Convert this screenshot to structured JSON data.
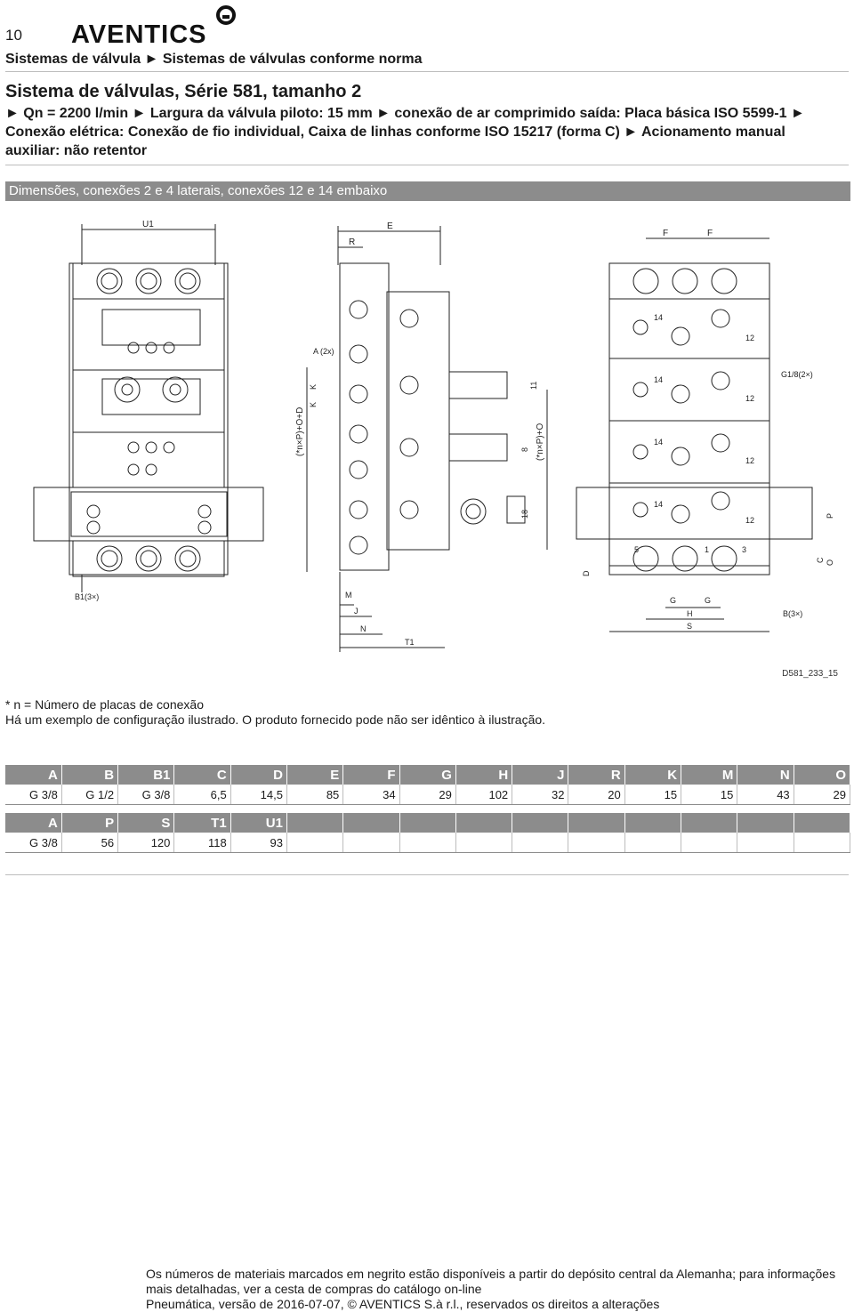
{
  "page_number": "10",
  "brand": "AVENTICS",
  "breadcrumb": "Sistemas de válvula ► Sistemas de válvulas conforme norma",
  "title": "Sistema de válvulas, Série 581, tamanho 2",
  "subtitle": "► Qn = 2200 l/min ► Largura da válvula piloto: 15 mm ► conexão de ar comprimido saída: Placa básica ISO 5599-1 ► Conexão elétrica: Conexão de fio individual, Caixa de linhas conforme ISO 15217 (forma C) ► Acionamento manual auxiliar: não retentor",
  "section_title": "Dimensões, conexões 2 e 4 laterais, conexões 12 e 14 embaixo",
  "drawing": {
    "code": "D581_233_15",
    "labels": {
      "u1": "U1",
      "e": "E",
      "r": "R",
      "f1": "F",
      "f2": "F",
      "a2x": "A (2x)",
      "k1": "K",
      "k2": "K",
      "np_od": "(*n×P)+O+D",
      "np_o": "(*n×P)+O",
      "g18": "G1/8(2×)",
      "b1": "B1(3×)",
      "m": "M",
      "j": "J",
      "n": "N",
      "t1": "T1",
      "d": "D",
      "c": "C",
      "o": "O",
      "p": "P",
      "g1": "G",
      "g2": "G",
      "h": "H",
      "s": "S",
      "b3": "B(3×)",
      "n11": "11",
      "n8": "8",
      "n18": "18",
      "p14a": "14",
      "p12a": "12",
      "p14b": "14",
      "p12b": "12",
      "p14c": "14",
      "p12c": "12",
      "p14d": "14",
      "p12d": "12",
      "p5": "5",
      "p1": "1",
      "p3": "3"
    }
  },
  "notes": [
    "* n = Número de placas de conexão",
    "Há um exemplo de configuração ilustrado. O produto fornecido pode não ser idêntico à ilustração."
  ],
  "table1": {
    "headers": [
      "A",
      "B",
      "B1",
      "C",
      "D",
      "E",
      "F",
      "G",
      "H",
      "J",
      "R",
      "K",
      "M",
      "N",
      "O"
    ],
    "row": [
      "G 3/8",
      "G 1/2",
      "G 3/8",
      "6,5",
      "14,5",
      "85",
      "34",
      "29",
      "102",
      "32",
      "20",
      "15",
      "15",
      "43",
      "29"
    ]
  },
  "table2": {
    "headers": [
      "A",
      "P",
      "S",
      "T1",
      "U1",
      "",
      "",
      "",
      "",
      "",
      "",
      "",
      "",
      "",
      ""
    ],
    "row": [
      "G 3/8",
      "56",
      "120",
      "118",
      "93",
      "",
      "",
      "",
      "",
      "",
      "",
      "",
      "",
      "",
      ""
    ]
  },
  "footer": [
    "Os números de materiais marcados em negrito estão disponíveis a partir do depósito central da Alemanha; para informações mais detalhadas, ver a cesta de compras do catálogo on-line",
    "Pneumática, versão de 2016-07-07, © AVENTICS S.à r.l., reservados os direitos a alterações"
  ]
}
